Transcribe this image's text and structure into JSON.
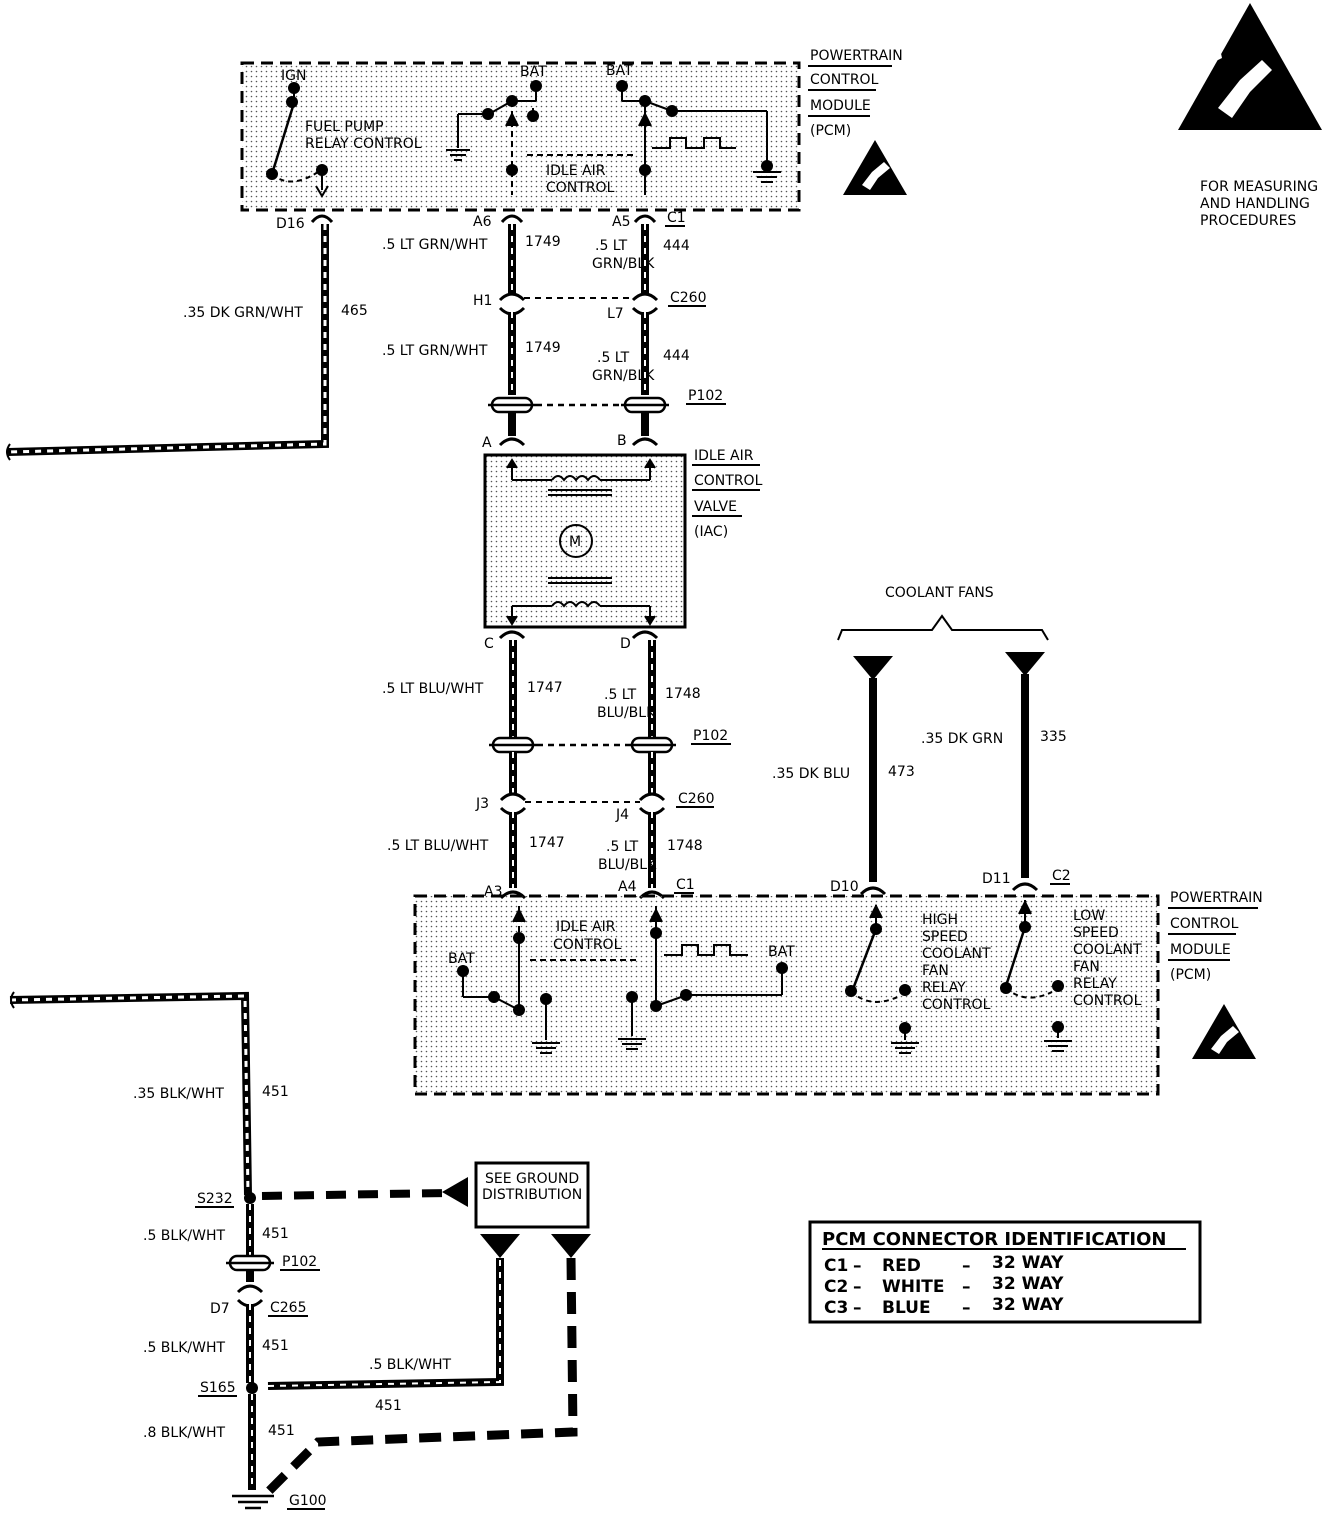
{
  "pcm_top": {
    "line1": "POWERTRAIN",
    "line2": "CONTROL",
    "line3": "MODULE",
    "line4": "(PCM)"
  },
  "pcm_bottom": {
    "line1": "POWERTRAIN",
    "line2": "CONTROL",
    "line3": "MODULE",
    "line4": "(PCM)"
  },
  "esd": {
    "line1": "FOR MEASURING",
    "line2": "AND HANDLING",
    "line3": "PROCEDURES"
  },
  "top_internal": {
    "ign": "IGN",
    "bat1": "BAT",
    "bat2": "BAT",
    "fuel_pump_1": "FUEL PUMP",
    "fuel_pump_2": "RELAY CONTROL",
    "iac_1": "IDLE AIR",
    "iac_2": "CONTROL"
  },
  "top_pins": {
    "d16": "D16",
    "a6": "A6",
    "a5": "A5",
    "c1": "C1"
  },
  "wire_465": {
    "name": ".35 DK GRN/WHT",
    "circuit": "465"
  },
  "wire_1749_a": {
    "name": ".5 LT GRN/WHT",
    "circuit": "1749"
  },
  "wire_444_a": {
    "name1": ".5 LT",
    "name2": "GRN/BLK",
    "circuit": "444"
  },
  "conn_c260_top": {
    "h1": "H1",
    "l7": "L7",
    "name": "C260"
  },
  "wire_1749_b": {
    "name": ".5 LT GRN/WHT",
    "circuit": "1749"
  },
  "wire_444_b": {
    "name1": ".5 LT",
    "name2": "GRN/BLK",
    "circuit": "444"
  },
  "p102_top": "P102",
  "iac_pins": {
    "a": "A",
    "b": "B",
    "c": "C",
    "d": "D"
  },
  "iac_valve": {
    "line1": "IDLE AIR",
    "line2": "CONTROL",
    "line3": "VALVE",
    "line4": "(IAC)",
    "motor": "M"
  },
  "coolant_fans": "COOLANT FANS",
  "wire_1747_a": {
    "name": ".5 LT BLU/WHT",
    "circuit": "1747"
  },
  "wire_1748_a": {
    "name1": ".5 LT",
    "name2": "BLU/BLK",
    "circuit": "1748"
  },
  "p102_mid": "P102",
  "wire_335": {
    "name": ".35 DK GRN",
    "circuit": "335"
  },
  "wire_473": {
    "name": ".35 DK BLU",
    "circuit": "473"
  },
  "conn_c260_mid": {
    "j3": "J3",
    "j4": "J4",
    "name": "C260"
  },
  "wire_1747_b": {
    "name": ".5 LT BLU/WHT",
    "circuit": "1747"
  },
  "wire_1748_b": {
    "name1": ".5 LT",
    "name2": "BLU/BLK",
    "circuit": "1748"
  },
  "bottom_pins": {
    "a3": "A3",
    "a4": "A4",
    "c1": "C1",
    "d10": "D10",
    "d11": "D11",
    "c2": "C2"
  },
  "bottom_internal": {
    "iac_1": "IDLE AIR",
    "iac_2": "CONTROL",
    "bat1": "BAT",
    "bat2": "BAT",
    "hs_1": "HIGH",
    "hs_2": "SPEED",
    "hs_3": "COOLANT",
    "hs_4": "FAN",
    "hs_5": "RELAY",
    "hs_6": "CONTROL",
    "ls_1": "LOW",
    "ls_2": "SPEED",
    "ls_3": "COOLANT",
    "ls_4": "FAN",
    "ls_5": "RELAY",
    "ls_6": "CONTROL"
  },
  "wire_451_a": {
    "name": ".35 BLK/WHT",
    "circuit": "451"
  },
  "s232": "S232",
  "ground_box": {
    "line1": "SEE GROUND",
    "line2": "DISTRIBUTION"
  },
  "wire_451_b": {
    "name": ".5 BLK/WHT",
    "circuit": "451"
  },
  "p102_bot": "P102",
  "conn_c265": {
    "d7": "D7",
    "name": "C265"
  },
  "wire_451_c": {
    "name": ".5 BLK/WHT",
    "circuit": "451"
  },
  "s165": "S165",
  "wire_451_d": {
    "name": ".5 BLK/WHT",
    "circuit": "451"
  },
  "wire_451_e": {
    "name": ".8 BLK/WHT",
    "circuit": "451"
  },
  "g100": "G100",
  "pcm_table": {
    "title": "PCM CONNECTOR IDENTIFICATION",
    "rows": [
      {
        "conn": "C1",
        "color": "RED",
        "ways": "32 WAY"
      },
      {
        "conn": "C2",
        "color": "WHITE",
        "ways": "32 WAY"
      },
      {
        "conn": "C3",
        "color": "BLUE",
        "ways": "32 WAY"
      }
    ]
  }
}
